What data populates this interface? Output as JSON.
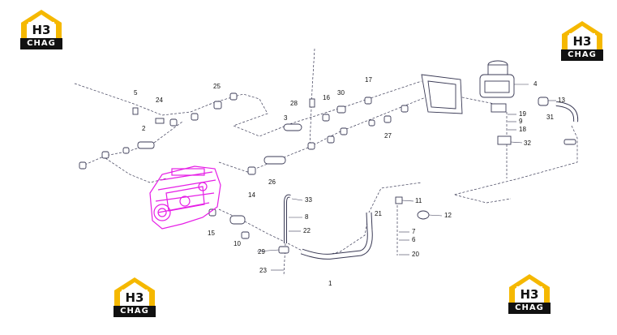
{
  "logo": {
    "mark_text": "H3",
    "brand_text": "CHAG"
  },
  "colors": {
    "engine": "#e61ee6",
    "line": "#3a3a55",
    "logo_yellow": "#f5b800",
    "logo_dark": "#111111"
  },
  "callouts": [
    "1",
    "2",
    "3",
    "4",
    "5",
    "6",
    "7",
    "8",
    "9",
    "10",
    "11",
    "12",
    "13",
    "14",
    "15",
    "16",
    "17",
    "18",
    "19",
    "20",
    "21",
    "22",
    "23",
    "24",
    "25",
    "26",
    "27",
    "28",
    "29",
    "30",
    "31",
    "32",
    "33"
  ]
}
